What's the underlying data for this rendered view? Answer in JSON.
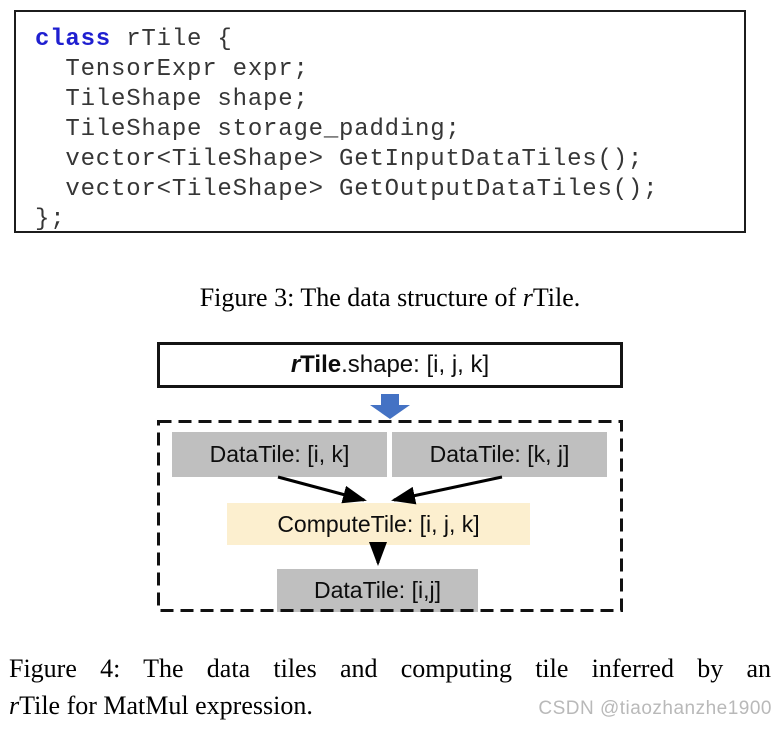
{
  "code": {
    "keyword": "class",
    "line1_rest": " rTile {",
    "lines": [
      "  TensorExpr expr;",
      "  TileShape shape;",
      "  TileShape storage_padding;",
      "  vector<TileShape> GetInputDataTiles();",
      "  vector<TileShape> GetOutputDataTiles();",
      "};"
    ]
  },
  "figure3": {
    "caption_prefix": "Figure 3: The data structure of ",
    "caption_italic": "r",
    "caption_suffix": "Tile."
  },
  "diagram": {
    "root_bold_italic": "r",
    "root_bold": "Tile",
    "root_rest": ".shape: [i, j, k]",
    "tiles": {
      "input_left": "DataTile: [i, k]",
      "input_right": "DataTile: [k, j]",
      "compute": "ComputeTile: [i, j, k]",
      "output": "DataTile: [i,j]"
    },
    "colors": {
      "tile_gray": "#bfbfbf",
      "compute_yellow": "#fcefcf",
      "arrow_blue": "#4472c4",
      "keyword_blue": "#1f1fd0"
    }
  },
  "figure4": {
    "line1": "Figure 4: The data tiles and computing tile inferred by an",
    "line2_italic": "r",
    "line2_rest": "Tile for MatMul expression."
  },
  "watermark": "CSDN @tiaozhanzhe1900"
}
